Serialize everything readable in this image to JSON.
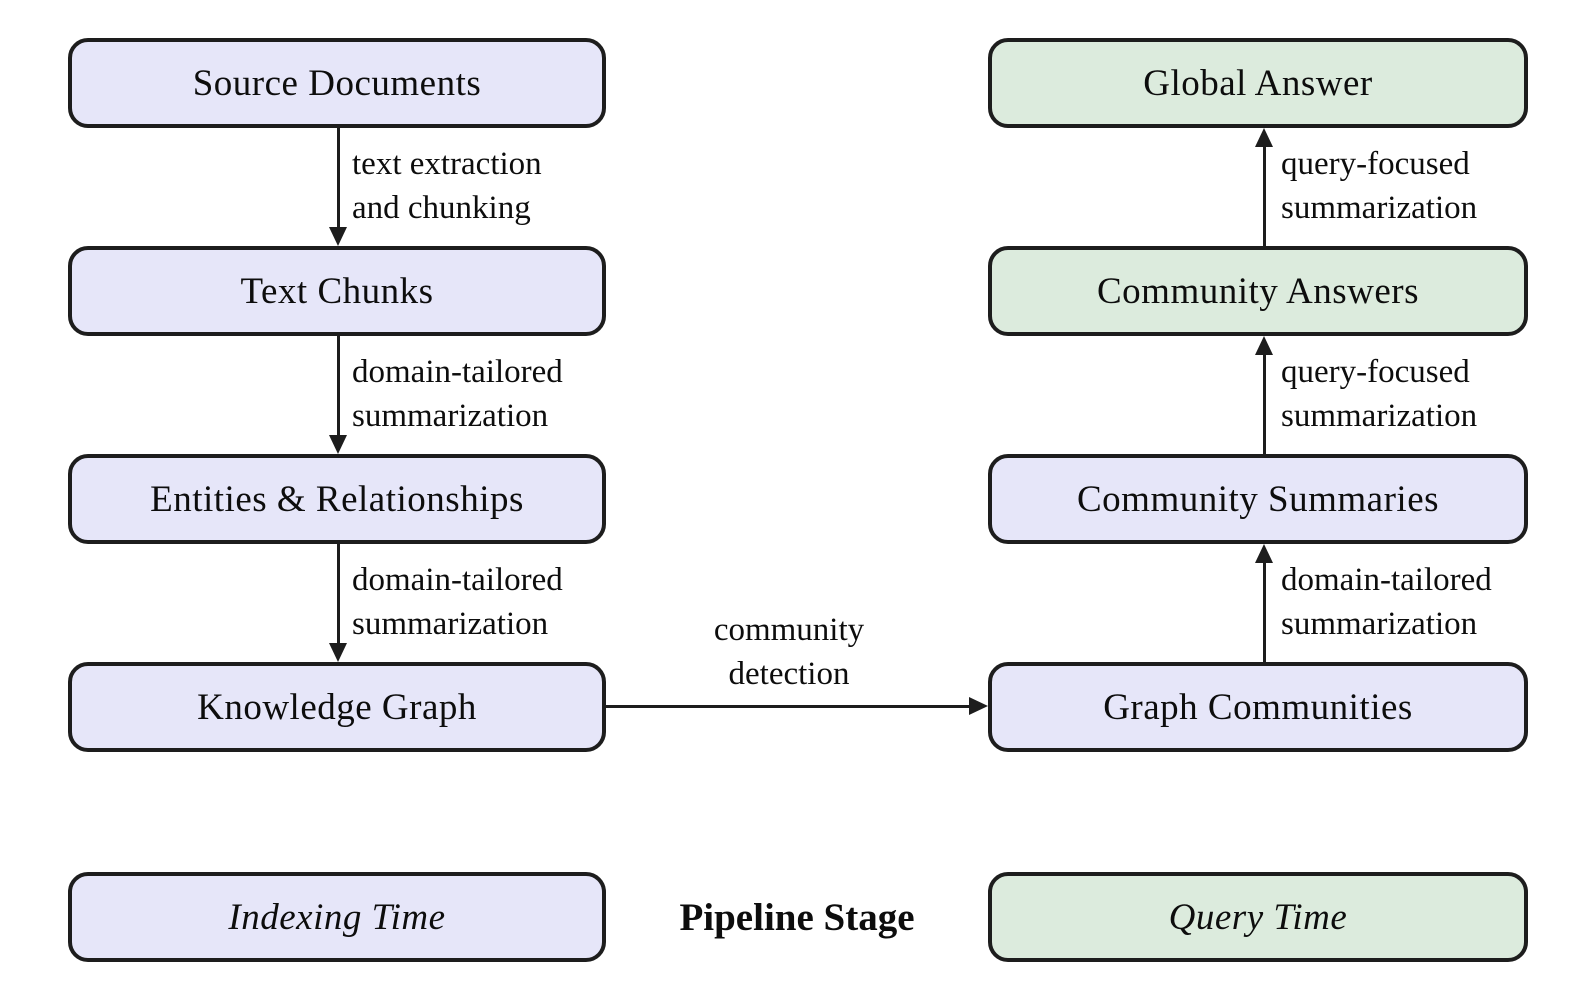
{
  "nodes": {
    "source_documents": "Source Documents",
    "text_chunks": "Text Chunks",
    "entities_relationships": "Entities & Relationships",
    "knowledge_graph": "Knowledge Graph",
    "global_answer": "Global Answer",
    "community_answers": "Community Answers",
    "community_summaries": "Community Summaries",
    "graph_communities": "Graph Communities"
  },
  "edges": {
    "source_to_chunks": "text extraction\nand chunking",
    "chunks_to_entities": "domain-tailored\nsummarization",
    "entities_to_graph": "domain-tailored\nsummarization",
    "graph_to_communities": "community\ndetection",
    "communities_to_summaries": "domain-tailored\nsummarization",
    "summaries_to_answers": "query-focused\nsummarization",
    "answers_to_global": "query-focused\nsummarization"
  },
  "legend": {
    "indexing_time": "Indexing Time",
    "pipeline_stage": "Pipeline Stage",
    "query_time": "Query Time"
  },
  "colors": {
    "indexing_box_fill": "#e6e6f9",
    "query_box_fill": "#dcebdd",
    "box_border": "#1d1d1d",
    "arrow": "#1d1d1d",
    "text": "#0d0d0d"
  }
}
